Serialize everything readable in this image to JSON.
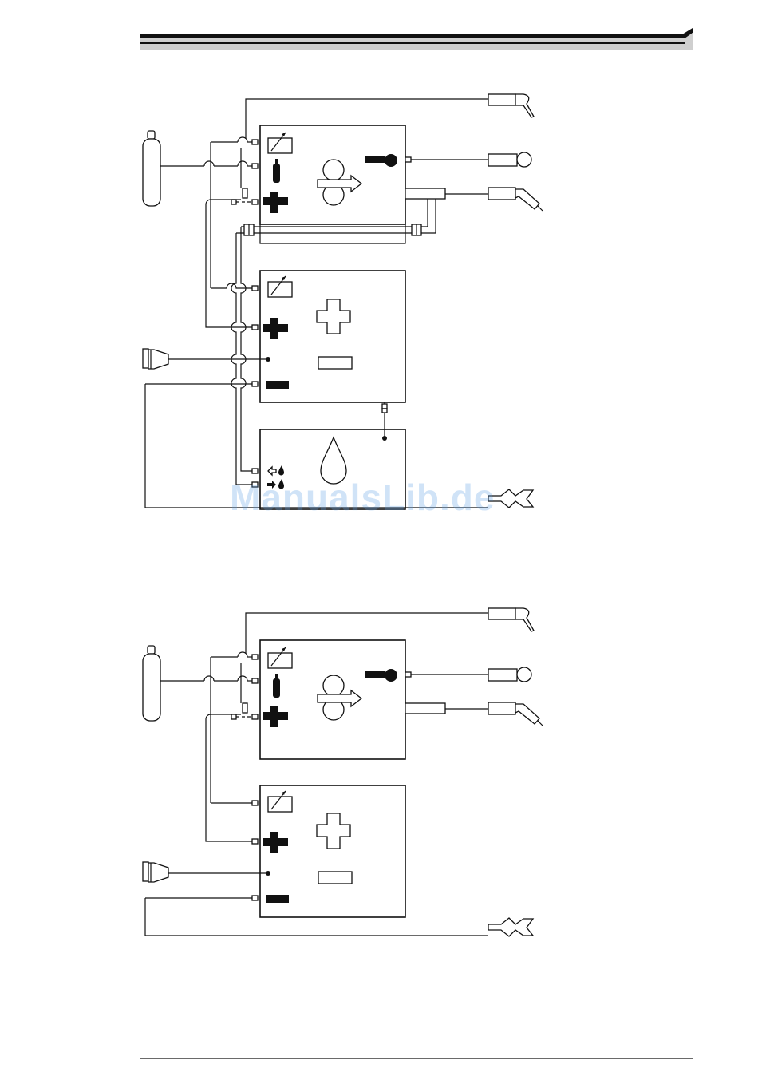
{
  "watermark": {
    "text": "ManualsLib.de"
  },
  "diagrams": [
    {
      "id": "setup-with-cooler",
      "units": [
        "wire-feeder",
        "power-source",
        "cooling-unit"
      ],
      "peripherals": [
        "gas-cylinder",
        "mains-plug",
        "remote-control",
        "push-pull-gun",
        "welding-torch",
        "earth-clamp"
      ]
    },
    {
      "id": "setup-without-cooler",
      "units": [
        "wire-feeder",
        "power-source"
      ],
      "peripherals": [
        "gas-cylinder",
        "mains-plug",
        "remote-control",
        "push-pull-gun",
        "welding-torch",
        "earth-clamp"
      ]
    }
  ],
  "colors": {
    "line": "#111111",
    "header_band": "#cfcfcf",
    "watermark": "#5a9ee6"
  }
}
